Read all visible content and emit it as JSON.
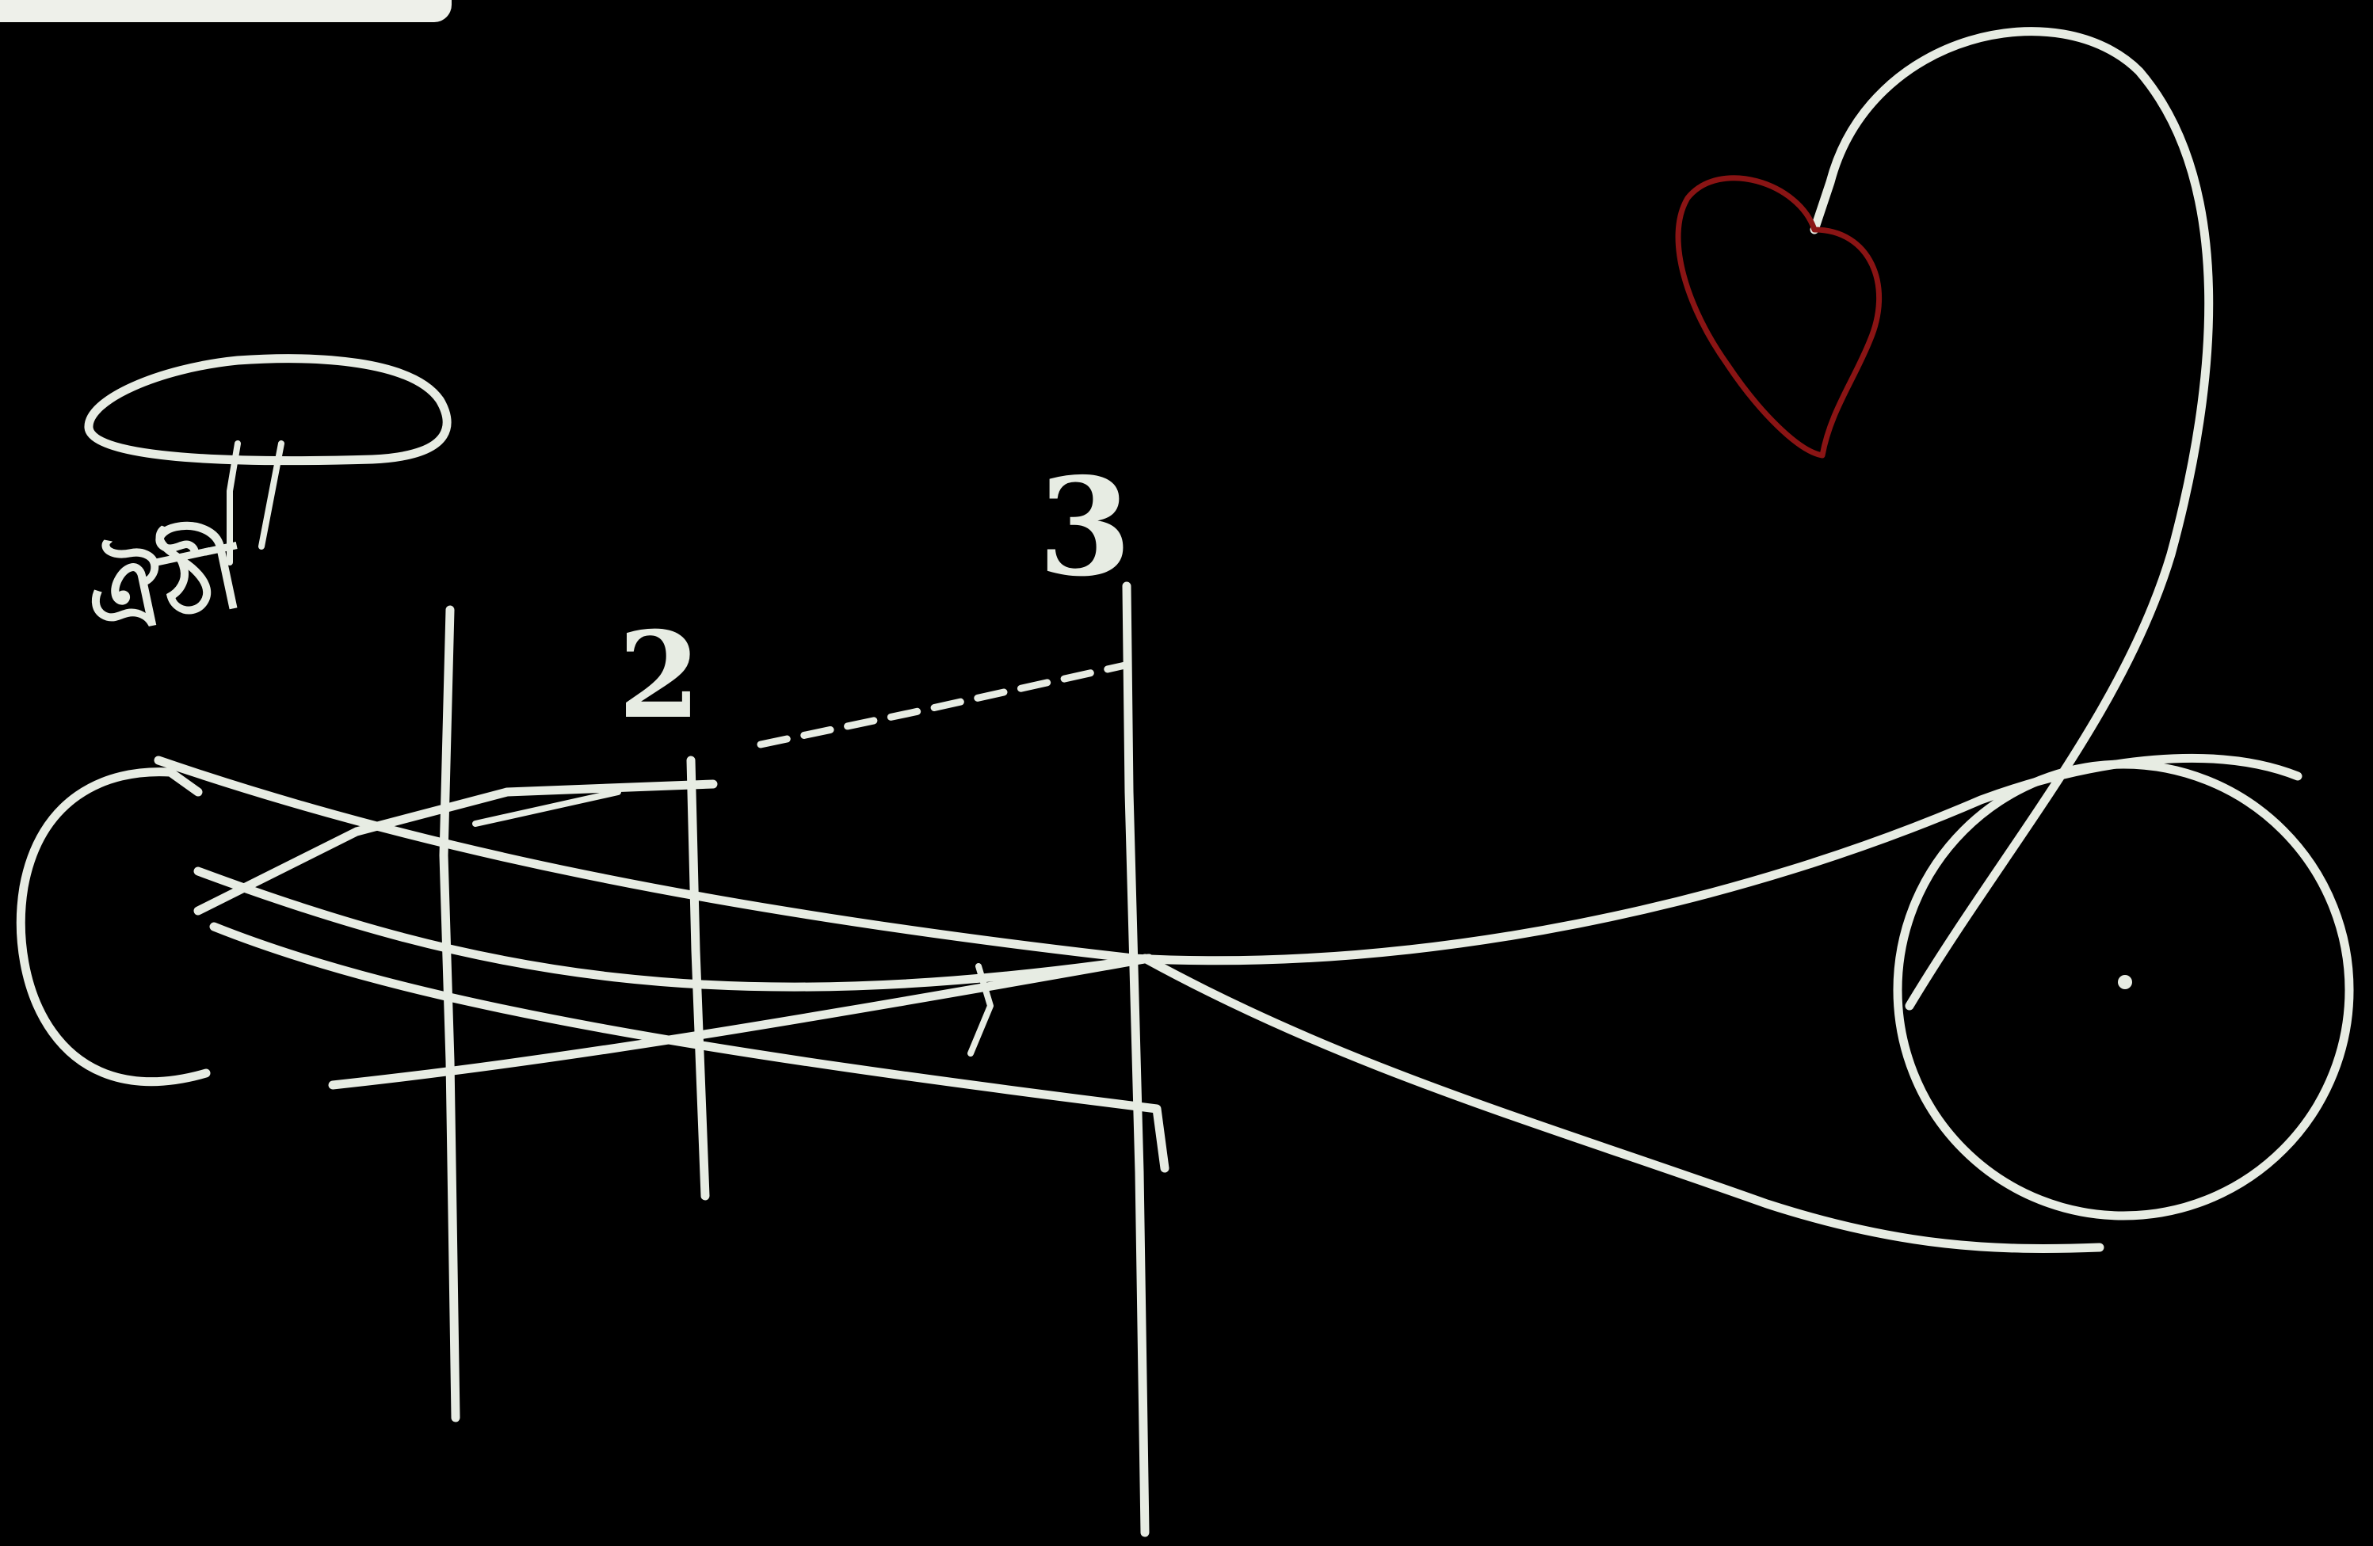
{
  "drawing": {
    "labels": {
      "left": "ঐঠী",
      "middle": "2",
      "right": "3"
    },
    "colors": {
      "background": "#000000",
      "chalk": "#e7ece3",
      "heart": "#8a1414"
    }
  }
}
